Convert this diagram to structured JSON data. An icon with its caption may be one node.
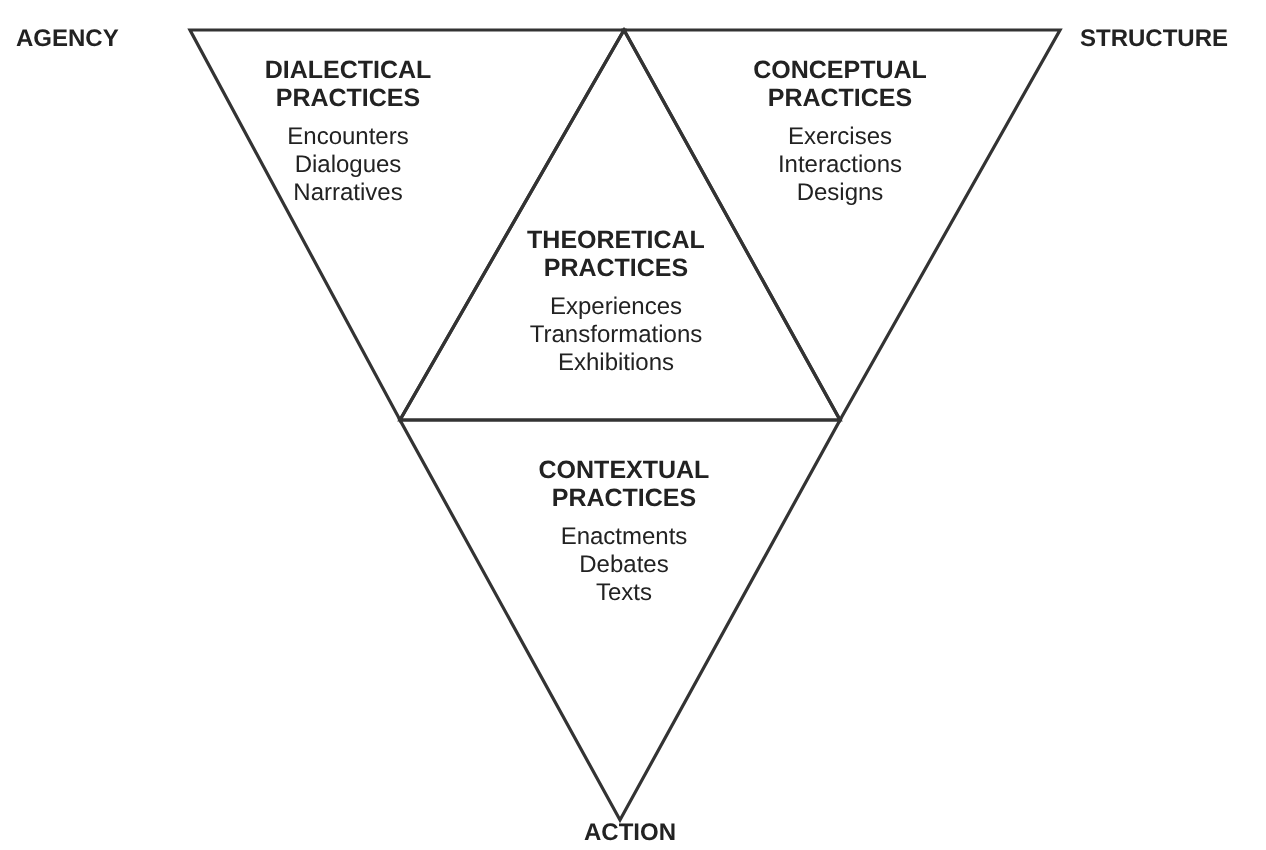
{
  "diagram": {
    "nodes": [
      {
        "text": [
          "DIALECTICAL PRACTICES",
          "Encounters",
          "Dialogues",
          "Narratives"
        ]
      },
      {
        "text": [
          "CONCEPTUAL PRACTICES",
          "Exercises",
          "Interactions",
          "Designs"
        ]
      },
      {
        "text": [
          "THEORETICAL PRACTICES",
          "Experiences",
          "Transformations",
          "Exhibitions"
        ]
      },
      {
        "text": [
          "CONTEXTUAL PRACTICES",
          "Enactments",
          "Debates",
          "Texts"
        ]
      }
    ],
    "edges": [],
    "labels": [
      "AGENCY",
      "STRUCTURE",
      "ACTION"
    ]
  }
}
